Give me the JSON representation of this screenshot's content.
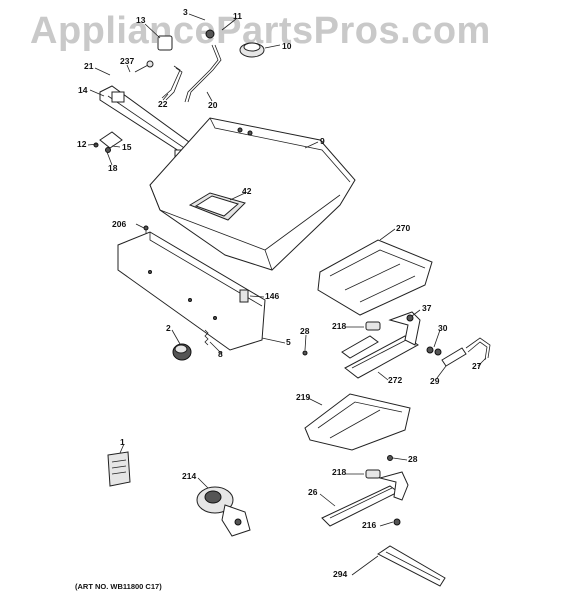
{
  "watermark": "AppliancePartsPros.com",
  "art_number": "(ART NO. WB11800 C17)",
  "callouts": [
    "3",
    "11",
    "13",
    "10",
    "21",
    "237",
    "22",
    "20",
    "14",
    "9",
    "12",
    "15",
    "18",
    "42",
    "206",
    "270",
    "146",
    "37",
    "2",
    "28",
    "218",
    "30",
    "8",
    "5",
    "272",
    "29",
    "27",
    "219",
    "1",
    "28",
    "218",
    "214",
    "26",
    "216",
    "294"
  ]
}
